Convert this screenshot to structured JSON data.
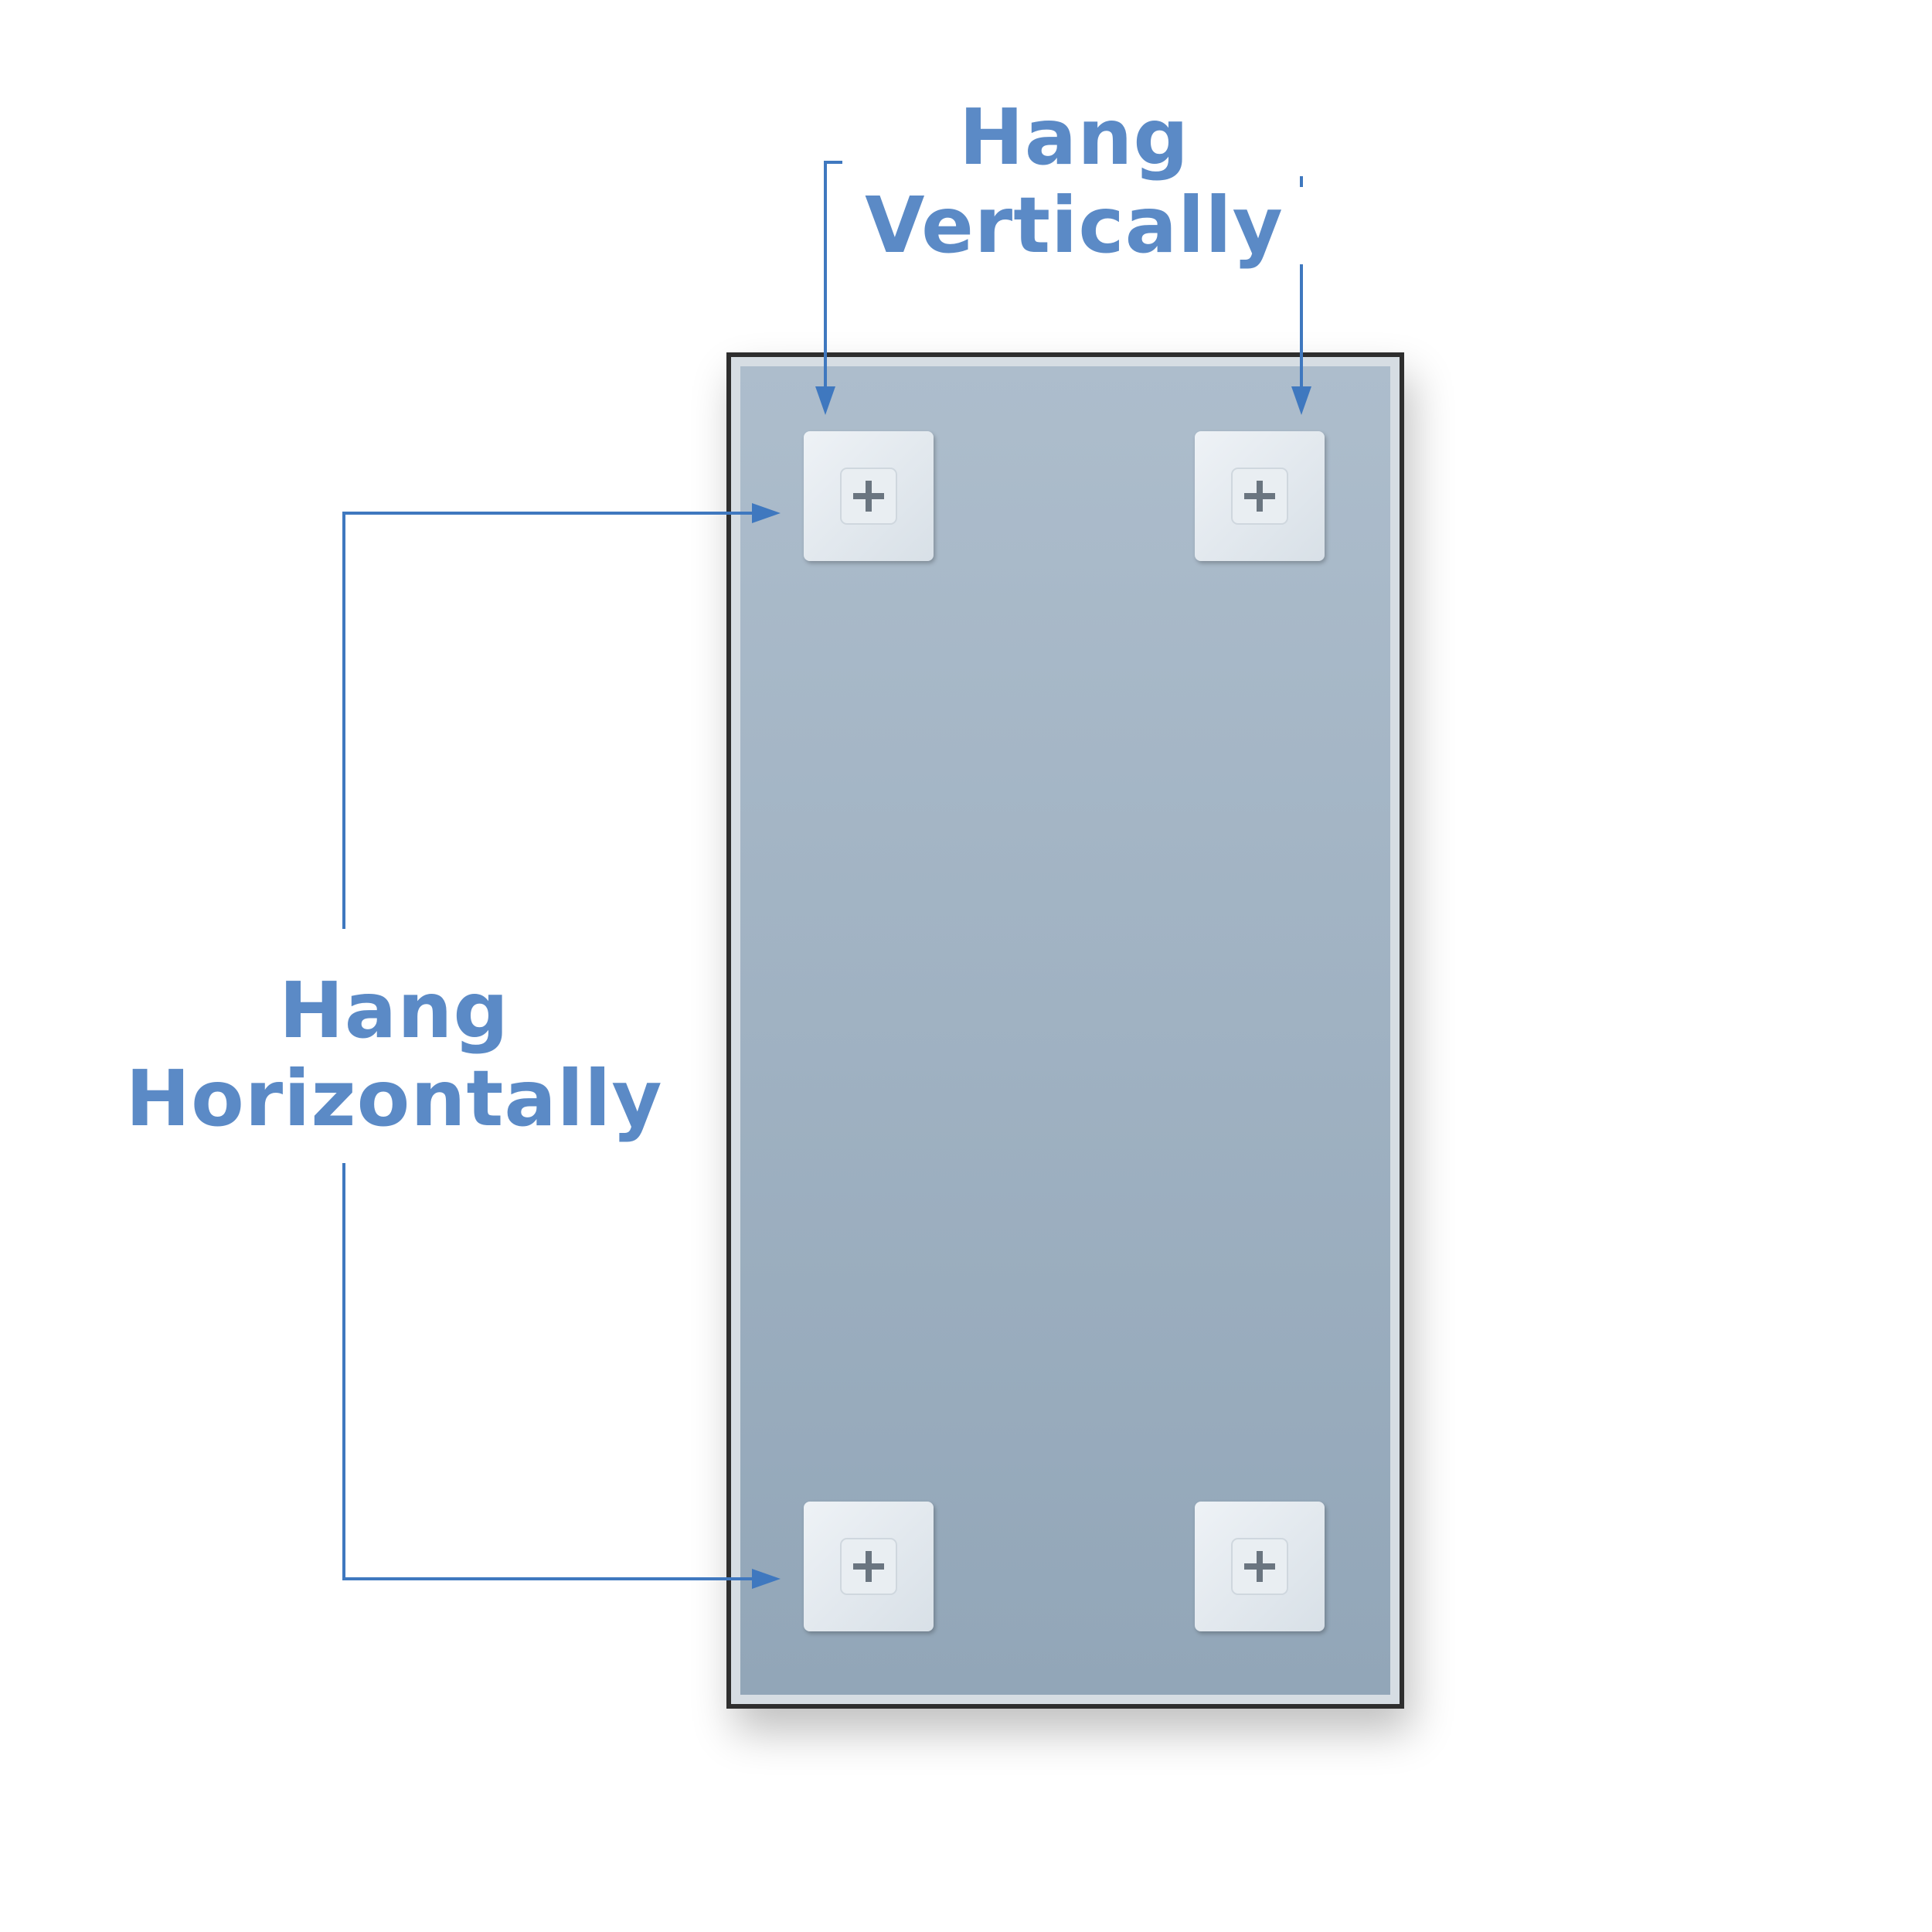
{
  "labels": {
    "vertical": {
      "line1": "Hang",
      "line2": "Vertically"
    },
    "horizontal": {
      "line1": "Hang",
      "line2": "Horizontally"
    }
  },
  "colors": {
    "accent": "#5b8ac6",
    "arrow": "#3f78bf",
    "mirror_top": "#aabbcc",
    "mirror_bottom": "#93a7b9",
    "frame": "#2b2b2b",
    "bracket": "#e4ebf0"
  },
  "brackets": [
    {
      "name": "bracket-top-left",
      "icon": "screw-plus-icon"
    },
    {
      "name": "bracket-top-right",
      "icon": "screw-plus-icon"
    },
    {
      "name": "bracket-bottom-left",
      "icon": "screw-plus-icon"
    },
    {
      "name": "bracket-bottom-right",
      "icon": "screw-plus-icon"
    }
  ]
}
